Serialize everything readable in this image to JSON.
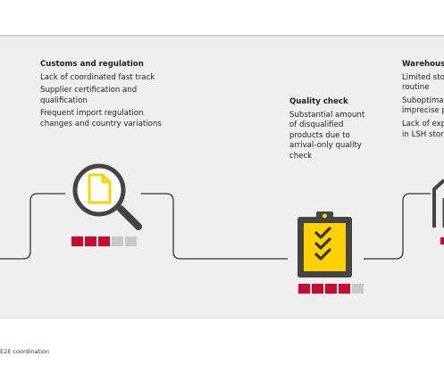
{
  "steps": {
    "customs": {
      "title": "Customs and regulation",
      "items": [
        "Lack of coordinated fast track",
        "Supplier certification and qualification",
        "Frequent import regulation changes and country variations"
      ],
      "rating": 3,
      "rating_max": 5
    },
    "quality": {
      "title": "Quality check",
      "items": [
        "Substantial amount of disqualified products due to arrival-only quality check"
      ],
      "rating": 4,
      "rating_max": 5
    },
    "warehouse": {
      "title": "Warehous",
      "items": [
        "Limited sto routine",
        "Suboptima imprecise p",
        "Lack of exp in LSH stor"
      ]
    }
  },
  "footer": {
    "text": "E2E coordination"
  },
  "colors": {
    "accent": "#ffd100",
    "rating_on": "#cc0a2f",
    "rating_off": "#c9c9c9",
    "line": "#333333",
    "icon": "#444444"
  },
  "icons": [
    "magnifier-document-icon",
    "clipboard-checklist-icon",
    "warehouse-building-icon"
  ]
}
